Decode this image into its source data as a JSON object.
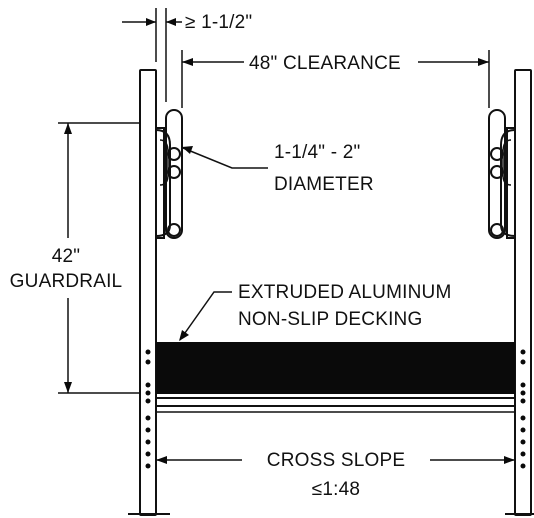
{
  "labels": {
    "handrail_gap": "≥ 1-1/2\"",
    "clearance": "48\" CLEARANCE",
    "diameter_line1": "1-1/4\" - 2\"",
    "diameter_line2": "DIAMETER",
    "guardrail_line1": "42\"",
    "guardrail_line2": "GUARDRAIL",
    "decking_line1": "EXTRUDED ALUMINUM",
    "decking_line2": "NON-SLIP DECKING",
    "slope_line1": "CROSS SLOPE",
    "slope_line2": "≤1:48"
  },
  "colors": {
    "ink": "#111111",
    "background": "#ffffff"
  }
}
